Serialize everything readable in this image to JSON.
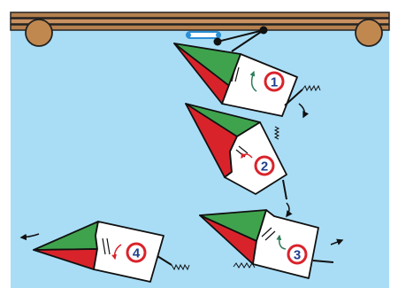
{
  "colors": {
    "water": "#a9ddf6",
    "dock_wood": "#b5804e",
    "dock_light": "#d5a470",
    "hull_green": "#3fa34d",
    "hull_red": "#d9232b",
    "cabin": "#ffffff",
    "step_ring": "#d9232b",
    "step_number": "#1f3e8c",
    "fender": "#2b8fd6"
  },
  "icons": {
    "steering_arrow": "curved-arrow-icon",
    "prop_wash": "zigzag-wake-icon",
    "motion": "arrow-icon"
  },
  "steps": [
    {
      "number": "1",
      "wheel_direction": "turned-left",
      "prop_wash": true
    },
    {
      "number": "2",
      "wheel_direction": "turned-left",
      "prop_wash": true
    },
    {
      "number": "3",
      "wheel_direction": "turned-left",
      "prop_wash": true
    },
    {
      "number": "4",
      "wheel_direction": "turned-left",
      "prop_wash": true
    }
  ]
}
